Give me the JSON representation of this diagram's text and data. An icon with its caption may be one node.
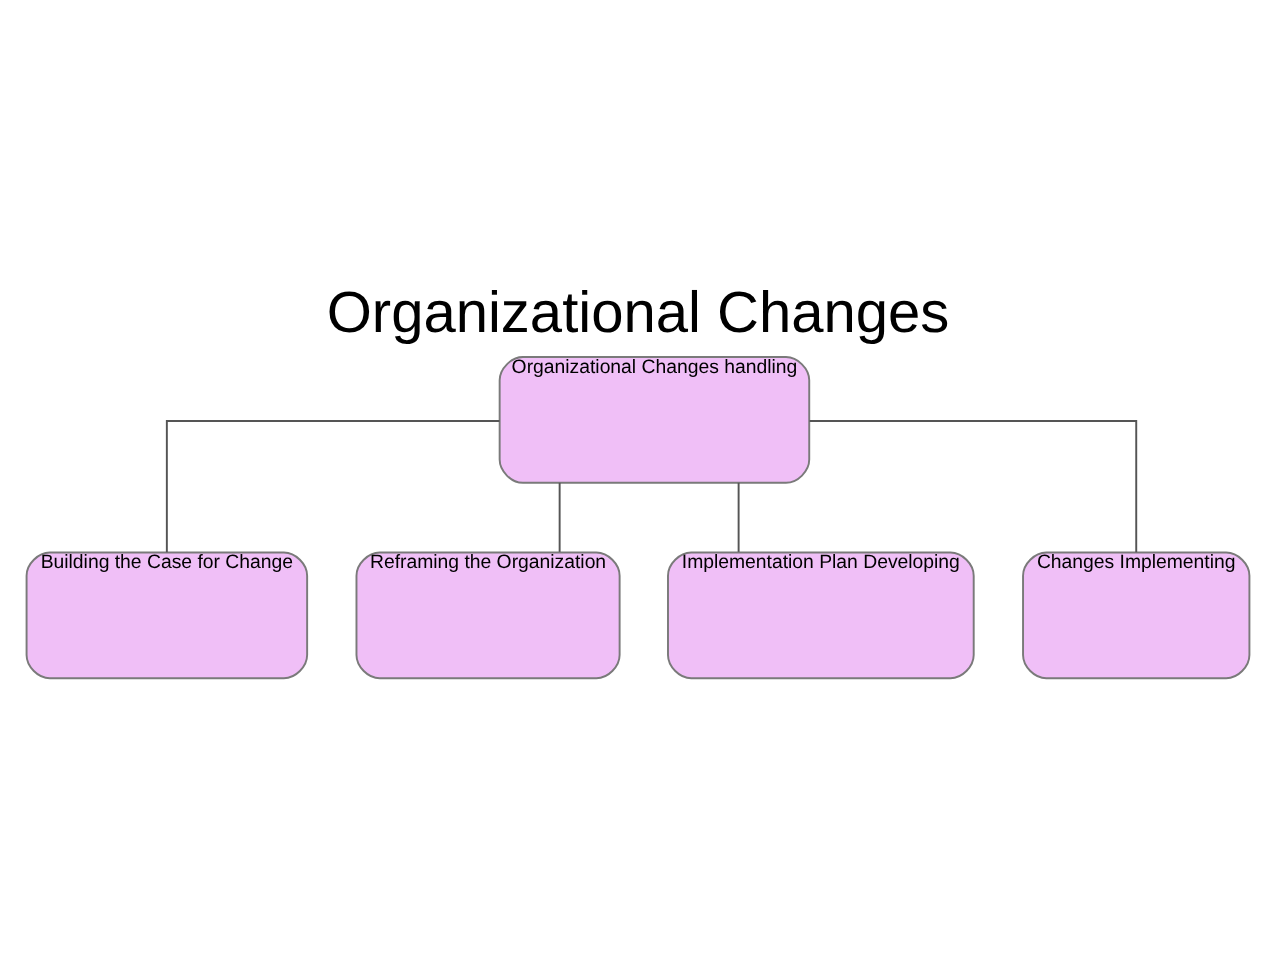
{
  "diagram": {
    "title": "Organizational Changes",
    "nodes": [
      {
        "text": [
          "Organizational Changes handling"
        ]
      },
      {
        "text": [
          "Building the Case for Change"
        ]
      },
      {
        "text": [
          "Reframing the Organization"
        ]
      },
      {
        "text": [
          "Implementation Plan Developing"
        ]
      },
      {
        "text": [
          "Changes Implementing"
        ]
      }
    ],
    "edges": [
      {
        "from": 0,
        "to": 1,
        "arrow": "none"
      },
      {
        "from": 0,
        "to": 2,
        "arrow": "none"
      },
      {
        "from": 0,
        "to": 3,
        "arrow": "none"
      },
      {
        "from": 0,
        "to": 4,
        "arrow": "none"
      }
    ]
  }
}
